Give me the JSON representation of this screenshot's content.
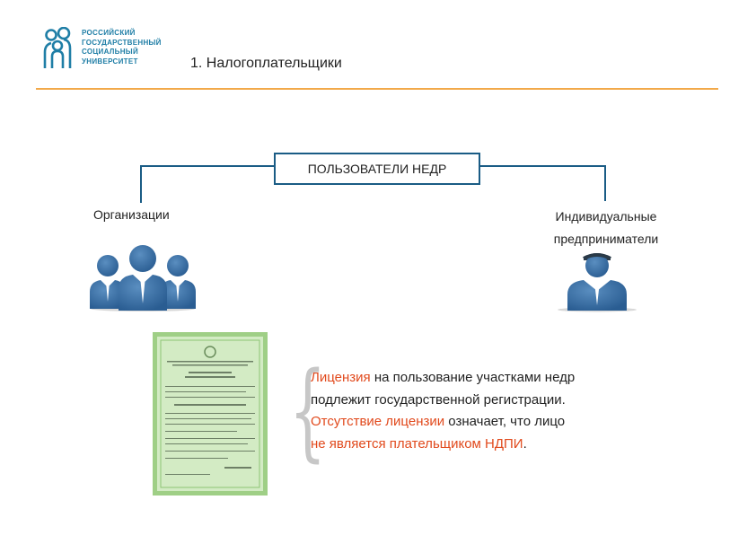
{
  "logo": {
    "lines": [
      "РОССИЙСКИЙ",
      "ГОСУДАРСТВЕННЫЙ",
      "СОЦИАЛЬНЫЙ",
      "УНИВЕРСИТЕТ"
    ],
    "color": "#1f7ea6"
  },
  "slide": {
    "title": "1. Налогоплательщики",
    "accent_color": "#f2a94a"
  },
  "diagram": {
    "root": "ПОЛЬЗОВАТЕЛИ НЕДР",
    "left_branch": "Организации",
    "right_branch_line1": "Индивидуальные",
    "right_branch_line2": "предприниматели",
    "line_color": "#1a5c85",
    "left_icon": "group-of-people-icon",
    "right_icon": "single-person-icon"
  },
  "document_image": {
    "icon": "license-certificate-image"
  },
  "text_block": {
    "line1_highlight": "Лицензия",
    "line1_rest": " на пользование участками недр",
    "line2": "подлежит государственной регистрации.",
    "line3_highlight": "Отсутствие лицензии",
    "line3_rest": " означает, что лицо",
    "line4_highlight": "не является плательщиком НДПИ",
    "line4_rest": ".",
    "highlight_color": "#e1491c"
  }
}
